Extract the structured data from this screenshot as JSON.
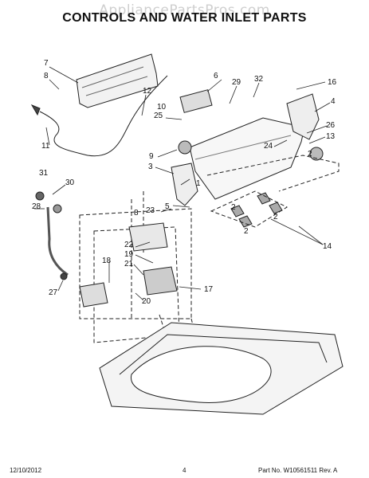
{
  "header": {
    "watermark": "AppliancePartsPros.com",
    "title": "CONTROLS AND WATER INLET PARTS"
  },
  "callouts": [
    "7",
    "8",
    "6",
    "29",
    "32",
    "16",
    "12",
    "10",
    "4",
    "11",
    "25",
    "26",
    "13",
    "24",
    "9",
    "2",
    "3",
    "1",
    "31",
    "30",
    "5",
    "23",
    "8",
    "28",
    "2",
    "2",
    "2",
    "22",
    "14",
    "19",
    "18",
    "21",
    "20",
    "17",
    "27"
  ],
  "footer": {
    "date": "12/10/2012",
    "page": "4",
    "part_no": "Part No. W10561511  Rev. A"
  }
}
